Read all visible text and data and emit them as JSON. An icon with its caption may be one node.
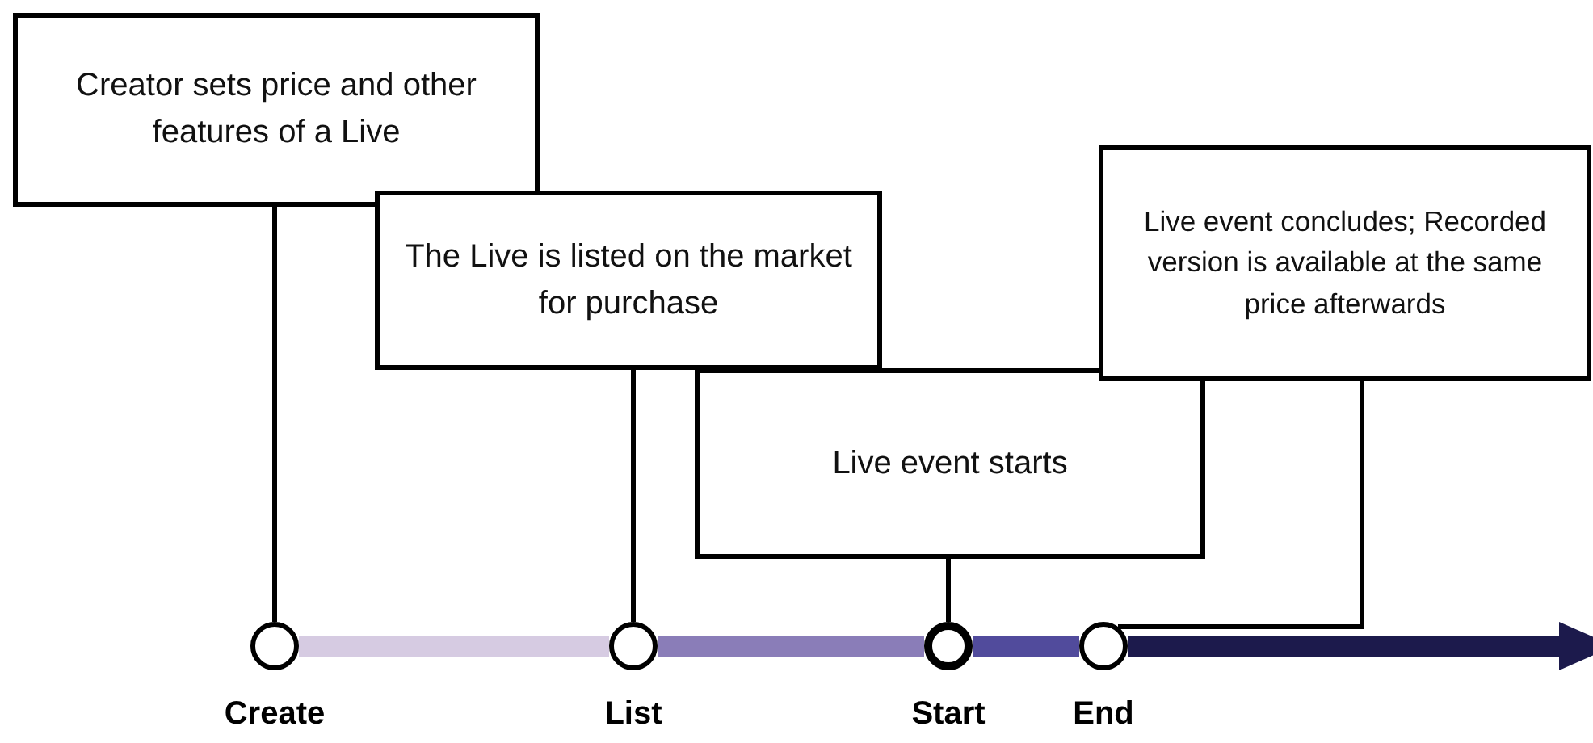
{
  "diagram": {
    "nodes": [
      {
        "text": [
          "Creator sets price and other features of a Live"
        ]
      },
      {
        "text": [
          "The Live is listed on the market for purchase"
        ]
      },
      {
        "text": [
          "Live event starts"
        ]
      },
      {
        "text": [
          "Live event concludes; Recorded version is available at the same price afterwards"
        ]
      },
      {
        "text": [],
        "shape": "circle",
        "beside": [
          "Create"
        ]
      },
      {
        "text": [],
        "shape": "circle",
        "beside": [
          "List"
        ]
      },
      {
        "text": [],
        "shape": "circle",
        "beside": [
          "Start"
        ]
      },
      {
        "text": [],
        "shape": "circle",
        "beside": [
          "End"
        ]
      }
    ],
    "edges": [
      {
        "from": 0,
        "to": 4,
        "arrow": "none"
      },
      {
        "from": 1,
        "to": 5,
        "arrow": "none"
      },
      {
        "from": 2,
        "to": 6,
        "arrow": "none"
      },
      {
        "from": 3,
        "to": 7,
        "arrow": "none"
      },
      {
        "from": 4,
        "to": 5,
        "arrow": "none",
        "style": "thick",
        "color": "#d6cbe2"
      },
      {
        "from": 5,
        "to": 6,
        "arrow": "none",
        "style": "thick",
        "color": "#8a7db8"
      },
      {
        "from": 6,
        "to": 7,
        "arrow": "none",
        "style": "thick",
        "color": "#514b9c"
      },
      {
        "from": 7,
        "to": null,
        "arrow": "to",
        "style": "thick",
        "color": "#1c1a4c"
      }
    ]
  }
}
